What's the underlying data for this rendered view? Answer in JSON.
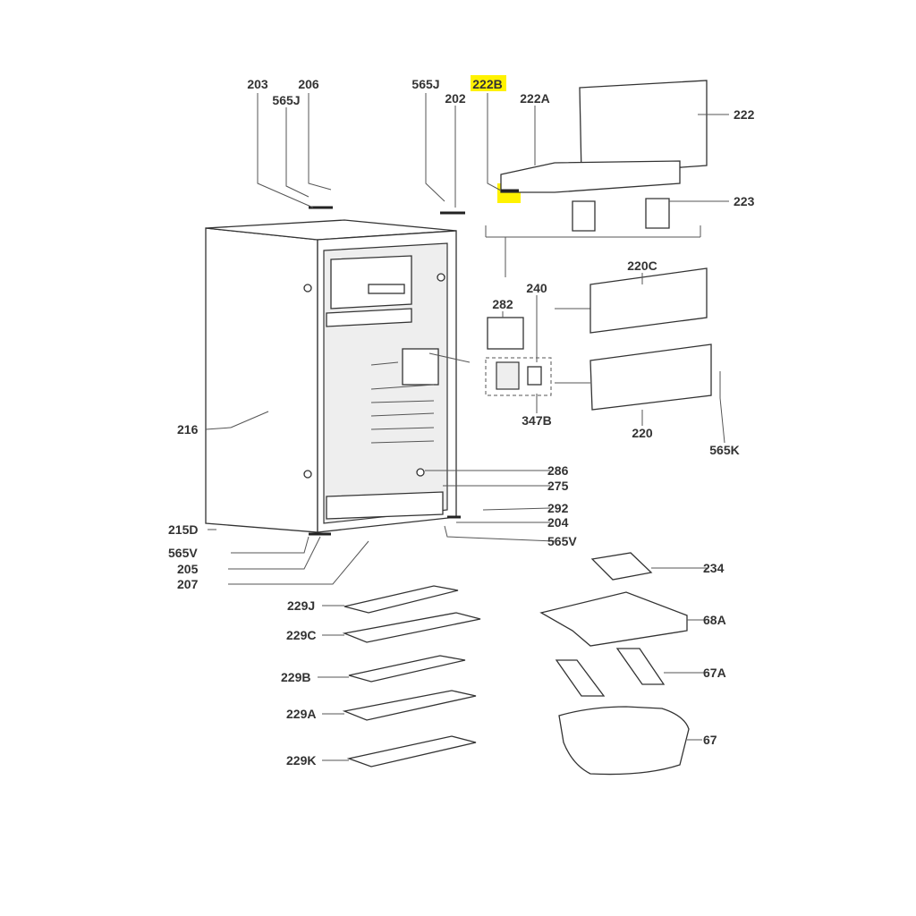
{
  "title": "Refrigerator exploded parts diagram",
  "highlight_color": "#fff200",
  "labels": {
    "p203": "203",
    "p565j_a": "565J",
    "p206": "206",
    "p565j_b": "565J",
    "p202": "202",
    "p222b": "222B",
    "p222a": "222A",
    "p222": "222",
    "p223": "223",
    "p282": "282",
    "p240": "240",
    "p220c": "220C",
    "p347b": "347B",
    "p220": "220",
    "p565k": "565K",
    "p216": "216",
    "p286": "286",
    "p275": "275",
    "p292": "292",
    "p204": "204",
    "p215d": "215D",
    "p565v_a": "565V",
    "p565v_b": "565V",
    "p205": "205",
    "p207": "207",
    "p234": "234",
    "p229j": "229J",
    "p68a": "68A",
    "p229c": "229C",
    "p67a": "67A",
    "p229b": "229B",
    "p229a": "229A",
    "p67": "67",
    "p229k": "229K"
  }
}
